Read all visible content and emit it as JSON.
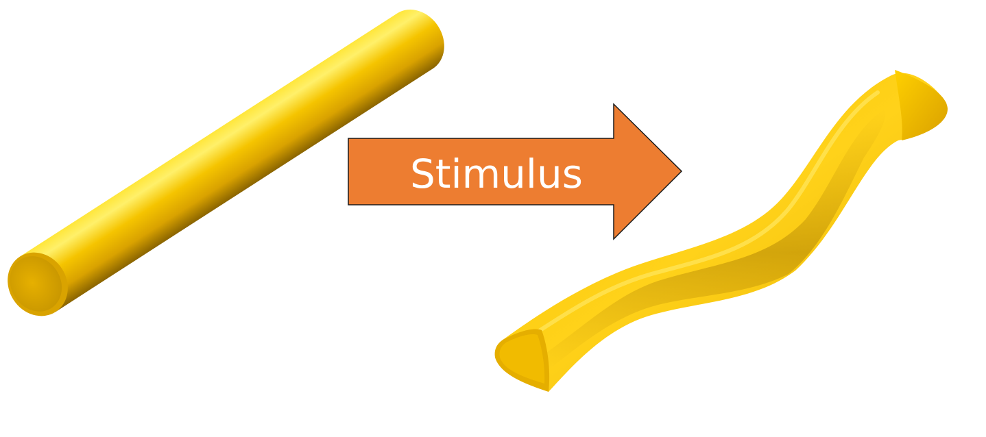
{
  "diagram": {
    "arrow": {
      "label": "Stimulus",
      "fill_color": "#ED7D31",
      "stroke_color": "#1a1a1a"
    },
    "rod_before": {
      "color": "#F5C200",
      "end_cap_color": "#E0A800",
      "shape": "straight cylinder"
    },
    "rod_after": {
      "color": "#F5C200",
      "end_cap_color": "#E0A800",
      "shape": "wavy twisted strip"
    }
  }
}
